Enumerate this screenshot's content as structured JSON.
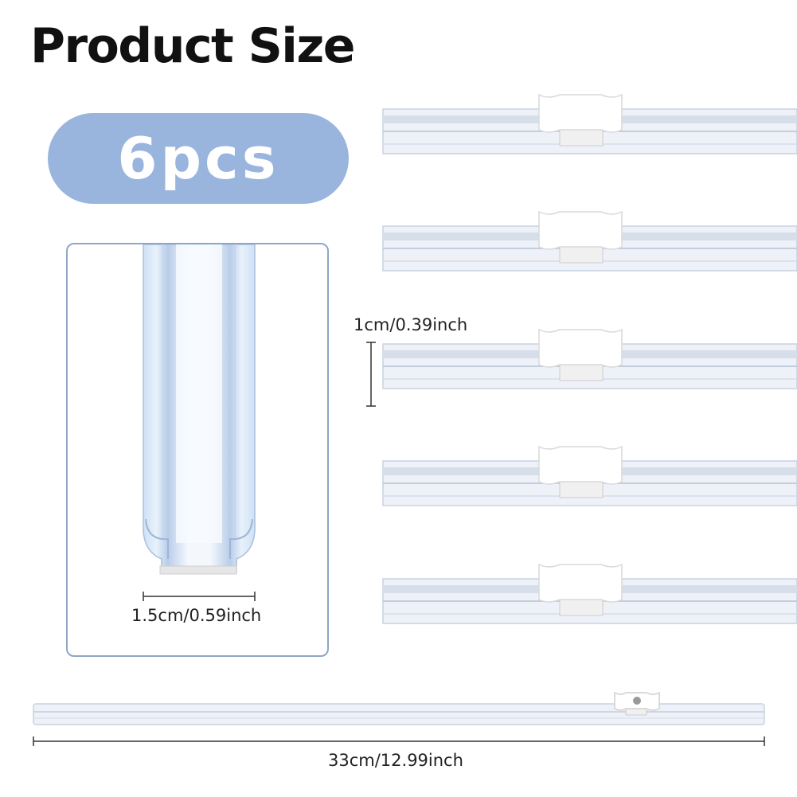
{
  "title": "Product Size",
  "quantity_badge": "6pcs",
  "dimensions": {
    "height": "1cm/0.39inch",
    "width": "1.5cm/0.59inch",
    "length": "33cm/12.99inch"
  }
}
